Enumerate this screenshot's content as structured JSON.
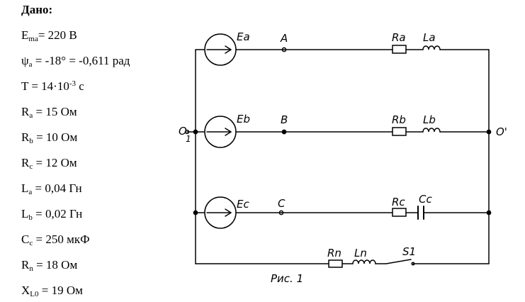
{
  "given": {
    "title": "Дано:",
    "items": [
      {
        "main": "E",
        "sub": "ma",
        "rest": "= 220 В"
      },
      {
        "main": "ψ",
        "sub": "a",
        "rest": " = -18° = -0,611 рад"
      },
      {
        "main": "T = 14·10",
        "sup": "-3",
        "rest": " с"
      },
      {
        "main": "R",
        "sub": "a",
        "rest": " = 15 Ом"
      },
      {
        "main": "R",
        "sub": "b",
        "rest": " = 10 Ом"
      },
      {
        "main": "R",
        "sub": "c",
        "rest": " = 12 Ом"
      },
      {
        "main": "L",
        "sub": "a",
        "rest": " = 0,04 Гн"
      },
      {
        "main": "L",
        "sub": "b",
        "rest": " = 0,02 Гн"
      },
      {
        "main": "C",
        "sub": "c",
        "rest": " = 250 мкФ"
      },
      {
        "main": "R",
        "sub": "n",
        "rest": " = 18 Ом"
      },
      {
        "main": "X",
        "sub": "L0",
        "rest": " = 19 Ом"
      }
    ]
  },
  "schematic": {
    "source_labels": [
      "Ea",
      "Eb",
      "Ec"
    ],
    "node_labels": [
      "A",
      "B",
      "C"
    ],
    "resistor_labels": [
      "Ra",
      "Rb",
      "Rc"
    ],
    "reactive_labels": [
      "La",
      "Lb",
      "Cc"
    ],
    "neutral_labels": {
      "left": "O",
      "left_sub": "1",
      "right": "O'"
    },
    "neutral_branch": {
      "resistor": "Rn",
      "inductor": "Ln",
      "switch": "S1"
    },
    "caption": "Рис. 1"
  }
}
